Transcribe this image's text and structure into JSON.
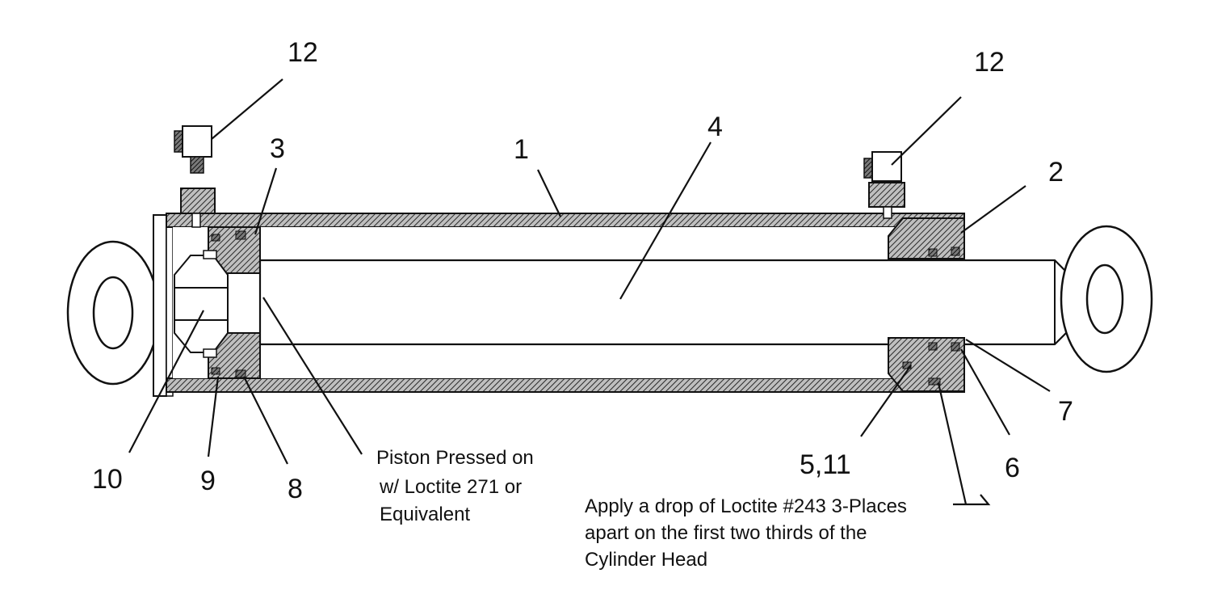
{
  "labels": {
    "n1": "1",
    "n2": "2",
    "n3": "3",
    "n4": "4",
    "n5_11": "5,11",
    "n6": "6",
    "n7": "7",
    "n8": "8",
    "n9": "9",
    "n10": "10",
    "n12_left": "12",
    "n12_right": "12"
  },
  "notes": {
    "piston": [
      "Piston Pressed on",
      "w/ Loctite 271 or",
      "Equivalent"
    ],
    "loctite": [
      "Apply a drop of Loctite #243 3-Places",
      "apart on the first two thirds of the",
      "Cylinder Head"
    ]
  }
}
